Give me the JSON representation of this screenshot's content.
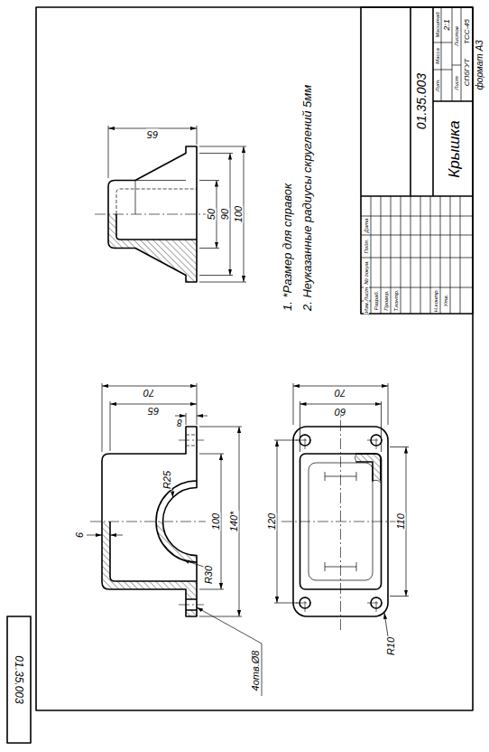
{
  "diagram": {
    "labels": [
      "6",
      "R25",
      "R30",
      "100",
      "140*",
      "70",
      "65",
      "8",
      "4отв.Ø8",
      "120",
      "R10",
      "70",
      "60",
      "110",
      "65",
      "50",
      "90",
      "100",
      "1. *Размер для справок",
      "2. Неуказанные радиусы скруглений 5мм",
      "01.35.003",
      "Крышка",
      "Изм.",
      "Лист",
      "№ докум.",
      "Подп.",
      "Дата",
      "Разраб.",
      "Провер.",
      "Т.контр.",
      "Н.контр.",
      "Утв.",
      "Лит.",
      "Масса",
      "Масштаб",
      "2:1",
      "Лист",
      "Листов",
      "СПбГУТ",
      "ТСС-45",
      "формат А3",
      "01.35.003"
    ]
  }
}
